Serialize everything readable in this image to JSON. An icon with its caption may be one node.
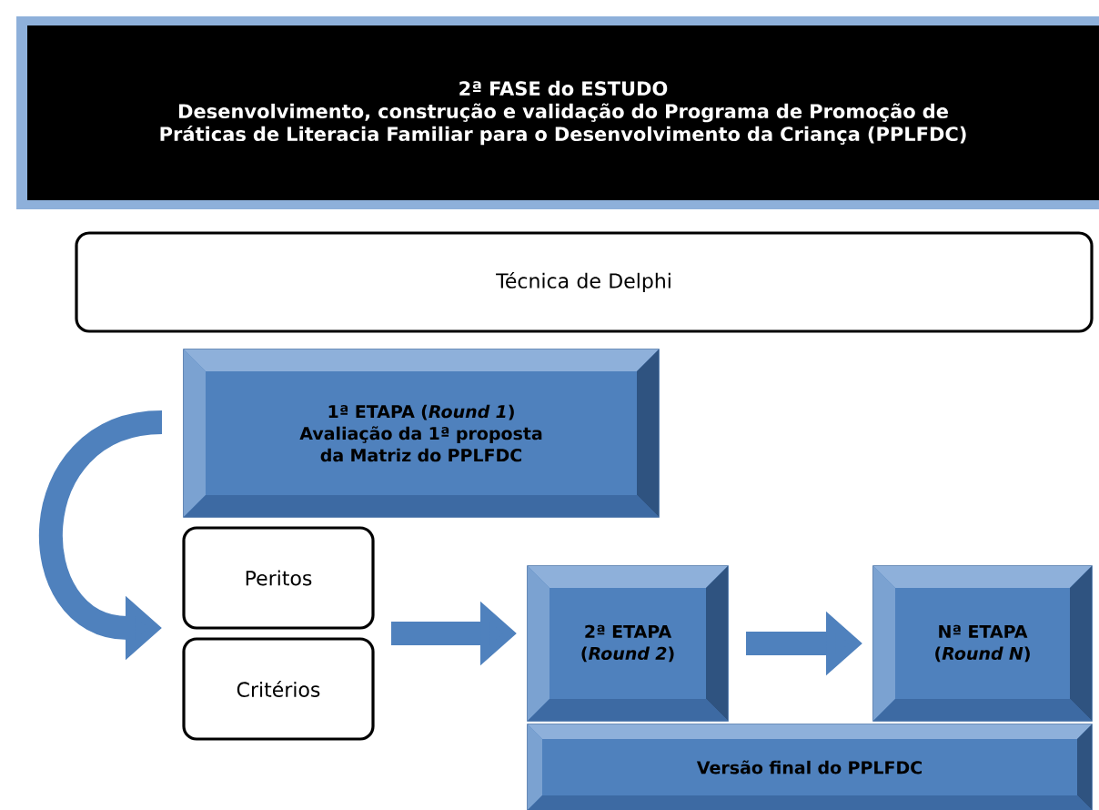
{
  "diagram": {
    "nodes": [
      {
        "text": [
          "2ª FASE do ESTUDO",
          "Desenvolvimento, construção e validação do Programa de Promoção de Práticas de Literacia Familiar para o Desenvolvimento da Criança (PPLFDC)"
        ]
      },
      {
        "text": [
          "Técnica de Delphi"
        ]
      },
      {
        "text": [
          "1ª ETAPA (*Round 1*)",
          "Avaliação da 1ª proposta da Matriz do PPLFDC"
        ]
      },
      {
        "text": [
          "Peritos"
        ]
      },
      {
        "text": [
          "Critérios"
        ]
      },
      {
        "text": [
          "2ª ETAPA (*Round 2*)"
        ]
      },
      {
        "text": [
          "Nª ETAPA (*Round N*)"
        ]
      },
      {
        "text": [
          "Versão final do PPLFDC"
        ]
      }
    ],
    "edges": [
      {
        "from": 2,
        "to": 3,
        "arrow": "to"
      },
      {
        "from": 3,
        "to": 5,
        "arrow": "to"
      },
      {
        "from": 4,
        "to": 5,
        "arrow": "to"
      },
      {
        "from": 5,
        "to": 6,
        "arrow": "to"
      }
    ]
  }
}
